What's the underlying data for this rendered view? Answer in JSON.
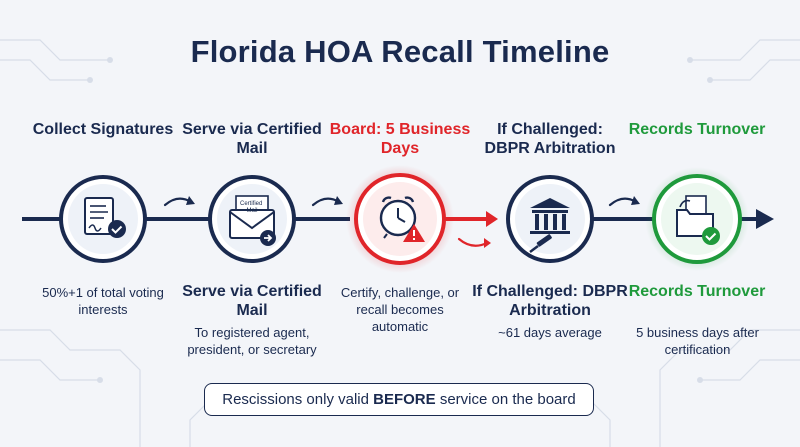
{
  "title": "Florida HOA Recall Timeline",
  "colors": {
    "navy": "#1a2a4f",
    "red": "#e0252a",
    "green": "#1f9a3c"
  },
  "steps": [
    {
      "title": "Collect Signatures",
      "icon": "signed-document-check-icon",
      "desc": "50%+1 of total voting interests"
    },
    {
      "title": "Serve via Certified Mail",
      "icon": "certified-mail-envelope-icon",
      "icon_label": "Certified Mail",
      "sub_title": "Serve via Certified Mail",
      "desc": "To registered agent, president, or secretary"
    },
    {
      "title": "Board: 5 Business Days",
      "icon": "alarm-clock-warning-icon",
      "desc": "Certify, challenge, or recall becomes automatic"
    },
    {
      "title": "If Challenged: DBPR Arbitration",
      "icon": "courthouse-gavel-icon",
      "sub_title": "If Challenged: DBPR Arbitration",
      "desc": "~61 days average"
    },
    {
      "title": "Records Turnover",
      "icon": "folder-check-icon",
      "sub_title": "Records Turnover",
      "desc": "5 business days after certification"
    }
  ],
  "note": {
    "before": "Rescissions only valid ",
    "emphasis": "BEFORE",
    "after": " service on the board"
  }
}
